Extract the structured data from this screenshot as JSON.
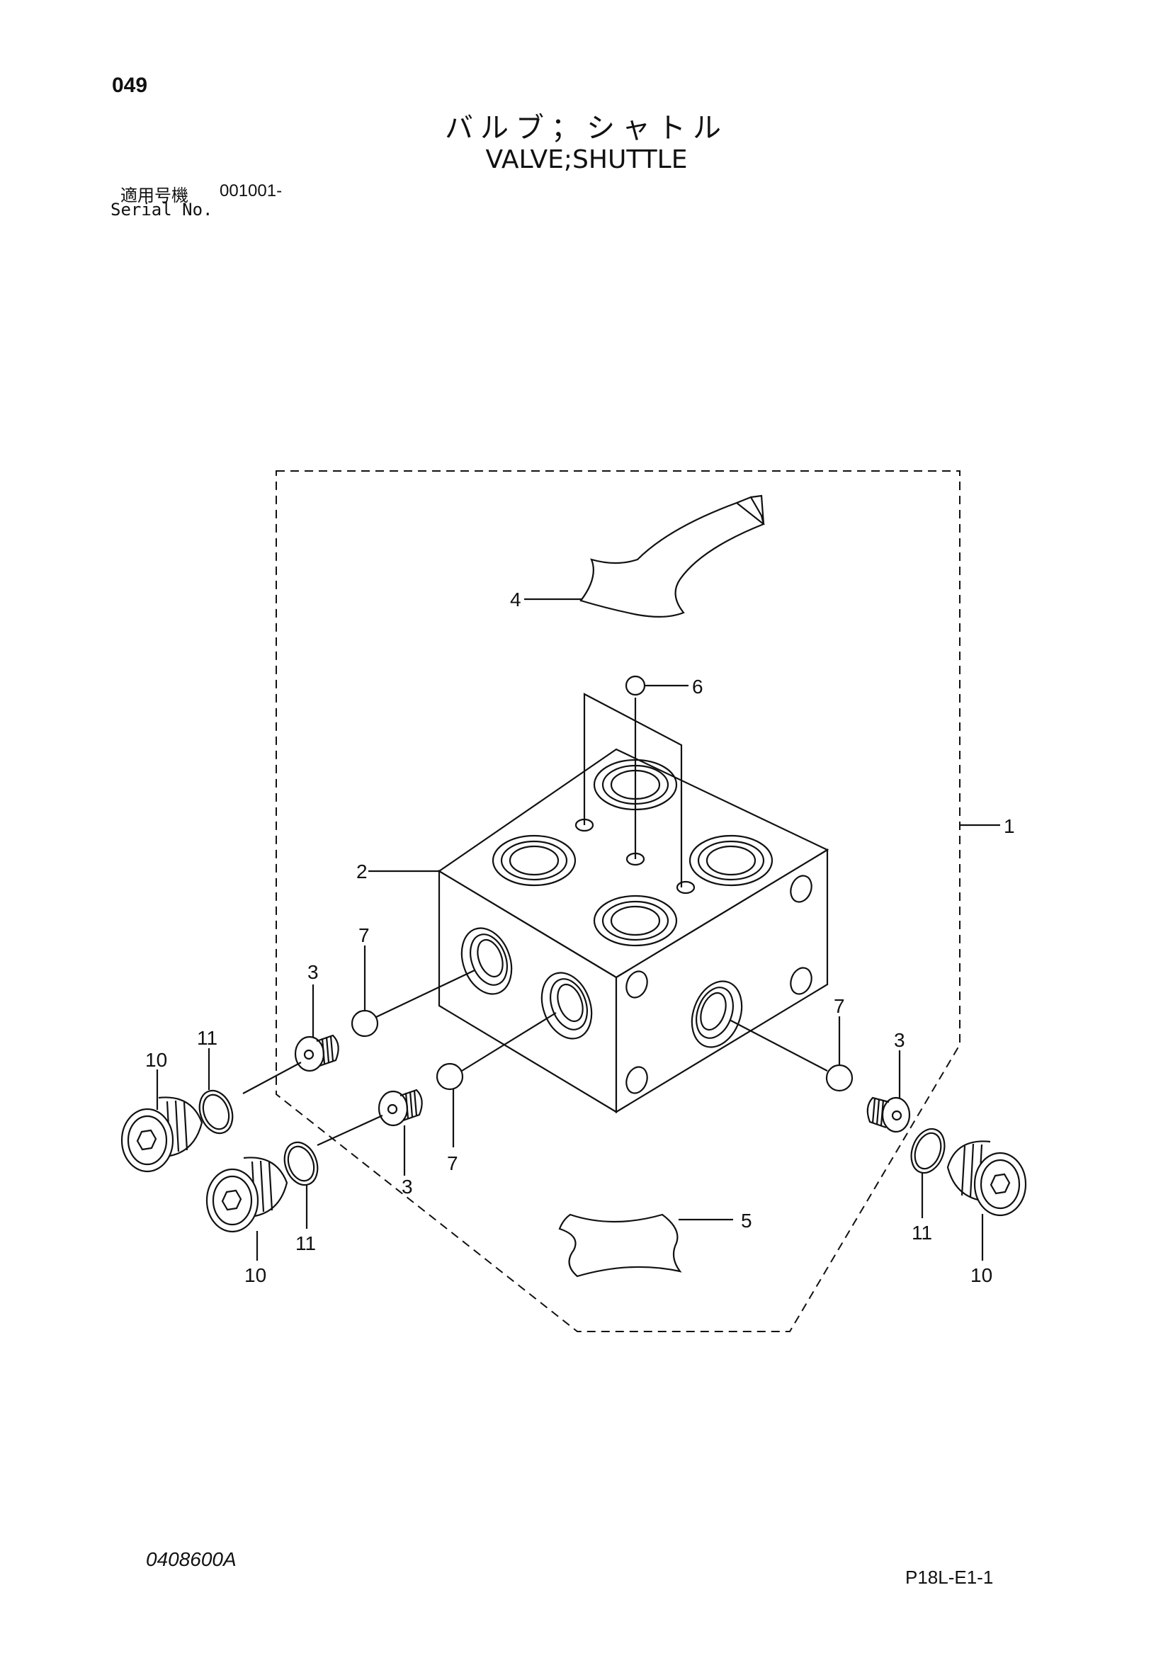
{
  "header": {
    "page_number": "049",
    "title_jp": "バルブ；シャトル",
    "title_en": "VALVE;SHUTTLE",
    "serial_label_jp": "適用号機",
    "serial_number": "001001-",
    "serial_label_en": "Serial No."
  },
  "callouts": {
    "c1": "1",
    "c2": "2",
    "c3a": "3",
    "c3b": "3",
    "c3c": "3",
    "c4": "4",
    "c5": "5",
    "c6": "6",
    "c7a": "7",
    "c7b": "7",
    "c7c": "7",
    "c10a": "10",
    "c10b": "10",
    "c10c": "10",
    "c11a": "11",
    "c11b": "11",
    "c11c": "11"
  },
  "footer": {
    "drawing_code": "0408600A",
    "sheet_code": "P18L-E1-1"
  },
  "colors": {
    "ink": "#111111",
    "background": "#ffffff"
  }
}
